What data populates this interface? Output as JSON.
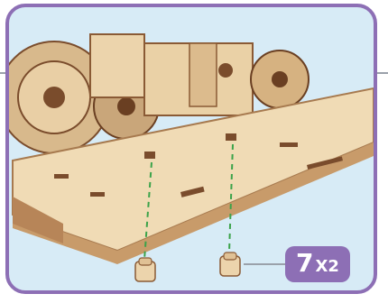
{
  "callout": {
    "step_number": "7",
    "multiplier": "X2"
  },
  "colors": {
    "frame_border": "#8d6fb5",
    "frame_background": "#d7ebf6",
    "badge_background": "#8d6fb5",
    "wood": "#e9cfa5",
    "wood_dark": "#7a4c2c",
    "guide_line": "#3ba34a"
  },
  "icons": [
    "wooden-gear-assembly-illustration",
    "wooden-peg-part"
  ]
}
